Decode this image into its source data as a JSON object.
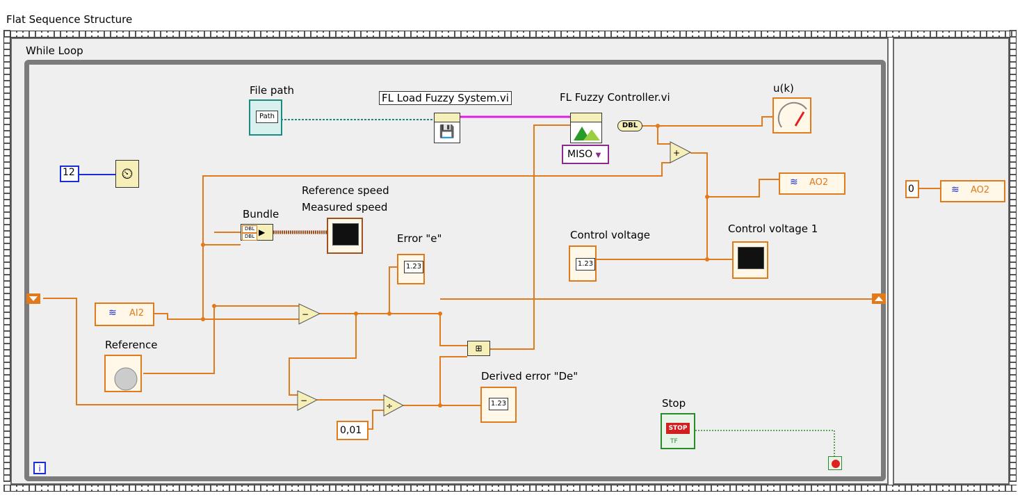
{
  "sequence_title": "Flat Sequence Structure",
  "loop_title": "While Loop",
  "loop_iteration": "i",
  "constants": {
    "wait_ms": "12",
    "dt": "0,01",
    "final_ao": "0"
  },
  "labels": {
    "file_path": "File path",
    "path_text": "Path",
    "fl_load": "FL Load Fuzzy System.vi",
    "fl_controller": "FL Fuzzy Controller.vi",
    "miso": "MISO",
    "dbl": "DBL",
    "uk": "u(k)",
    "bundle": "Bundle",
    "ref_speed": "Reference speed",
    "meas_speed": "Measured speed",
    "error_e": "Error \"e\"",
    "control_voltage": "Control voltage",
    "control_voltage_1": "Control voltage 1",
    "ai_channel": "AI2",
    "ao_channel": "AO2",
    "reference": "Reference",
    "derived_error": "Derived error \"De\"",
    "stop": "Stop",
    "stop_btn": "STOP",
    "tf": "TF",
    "numeric": "1.23"
  },
  "colors": {
    "wire_orange": "#e07a1a",
    "wire_teal": "#1b8a80",
    "wire_pink": "#e020e0",
    "wire_blue": "#1a2bd8",
    "wire_green": "#2a8a2a"
  }
}
